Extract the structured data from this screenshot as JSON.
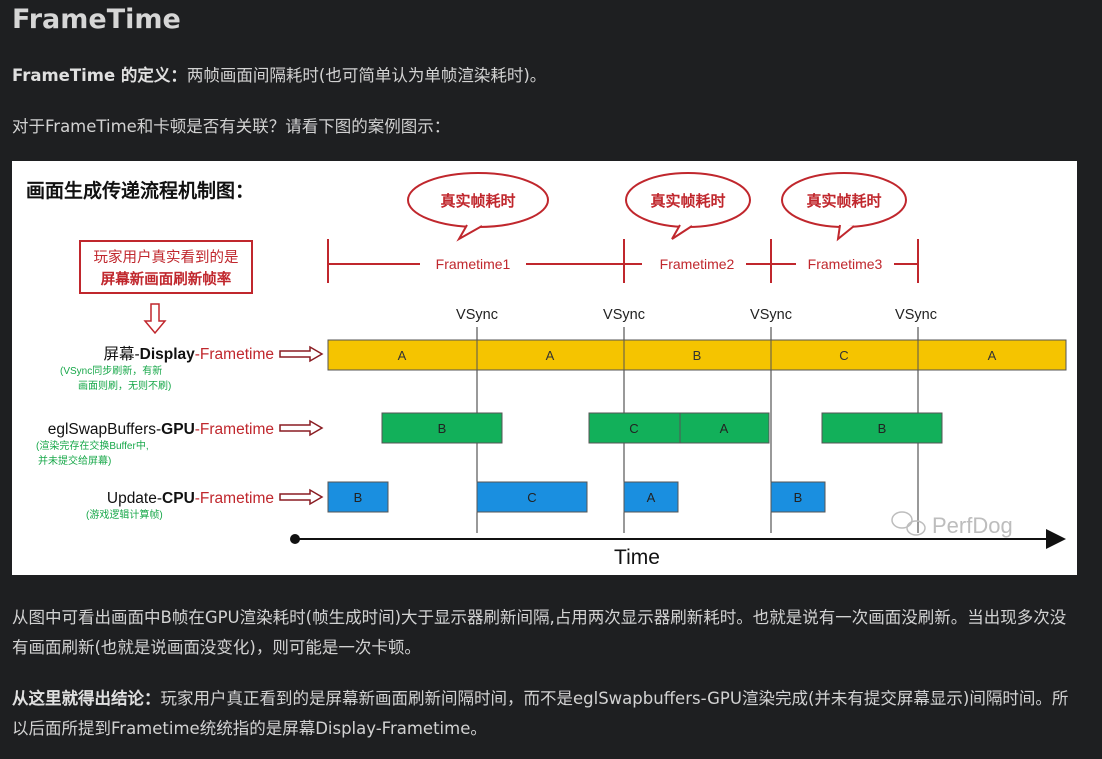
{
  "heading": "FrameTime",
  "p1": {
    "bold": "FrameTime 的定义：",
    "text": "两帧画面间隔耗时(也可简单认为单帧渲染耗时)。"
  },
  "p2": "对于FrameTime和卡顿是否有关联？请看下图的案例图示：",
  "figure": {
    "title": "画面生成传递流程机制图：",
    "note_line1": "玩家用户真实看到的是",
    "note_line2": "屏幕新画面刷新帧率",
    "bubble": "真实帧耗时",
    "frametimes": [
      "Frametime1",
      "Frametime2",
      "Frametime3"
    ],
    "vsync": "VSync",
    "rows": {
      "display": {
        "pre": "屏幕-",
        "bold": "Display",
        "post": "-Frametime",
        "sub1": "(VSync同步刷新，有新",
        "sub2": "画面则刷，无则不刷)",
        "cells": [
          "A",
          "A",
          "B",
          "C",
          "A"
        ]
      },
      "gpu": {
        "pre": "eglSwapBuffers-",
        "bold": "GPU",
        "post": "-Frametime",
        "sub1": "(渲染完存在交换Buffer中,",
        "sub2": "并未提交给屏幕)",
        "cells": [
          "B",
          "C",
          "A",
          "B"
        ]
      },
      "cpu": {
        "pre": "Update-",
        "bold": "CPU",
        "post": "-Frametime",
        "sub1": "(游戏逻辑计算帧)",
        "cells": [
          "B",
          "C",
          "A",
          "B"
        ]
      }
    },
    "time_label": "Time",
    "watermark": "PerfDog",
    "colors": {
      "display": "#f5c400",
      "gpu": "#12b05a",
      "cpu": "#1a8fe0",
      "red": "#c0272d",
      "green_text": "#18a84a"
    }
  },
  "p3": "从图中可看出画面中B帧在GPU渲染耗时(帧生成时间)大于显示器刷新间隔,占用两次显示器刷新耗时。也就是说有一次画面没刷新。当出现多次没有画面刷新(也就是说画面没变化)，则可能是一次卡顿。",
  "p4": {
    "bold": "从这里就得出结论：",
    "text": "玩家用户真正看到的是屏幕新画面刷新间隔时间，而不是eglSwapbuffers-GPU渲染完成(并未有提交屏幕显示)间隔时间。所以后面所提到Frametime统统指的是屏幕Display-Frametime。"
  }
}
